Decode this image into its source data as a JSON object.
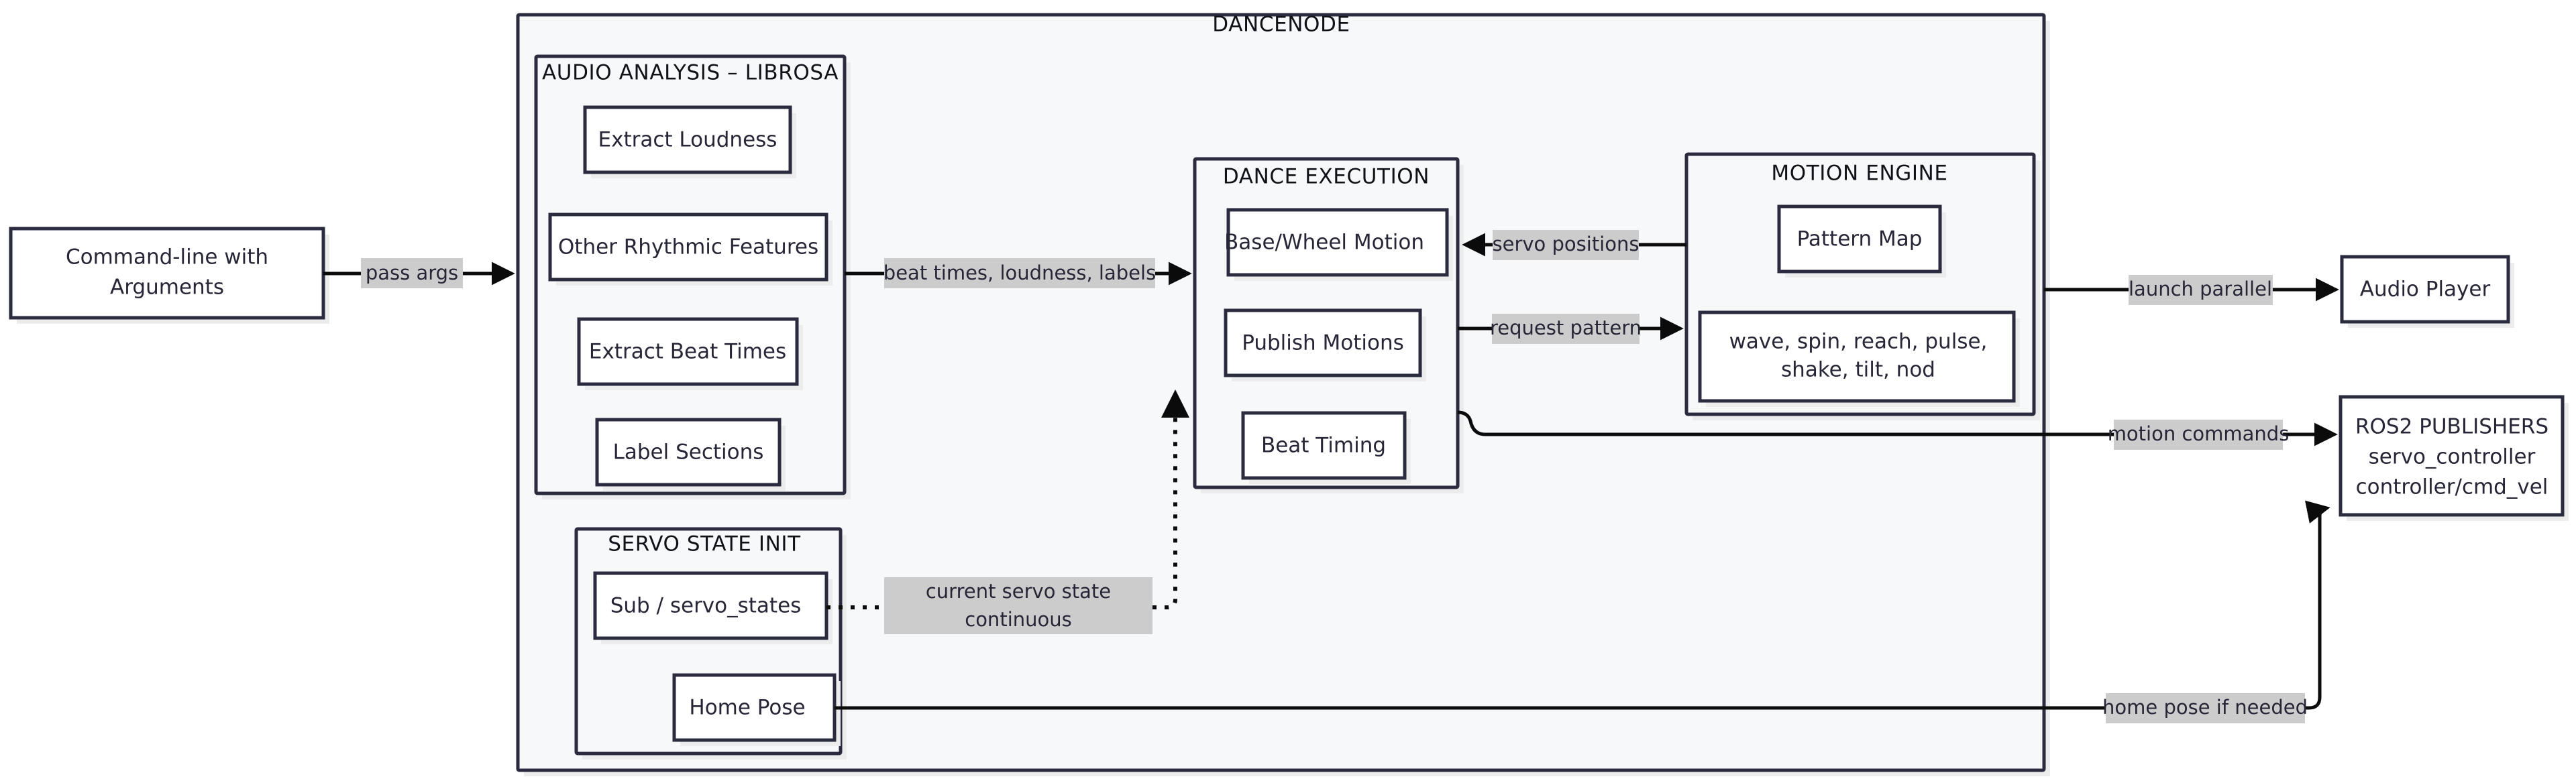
{
  "diagram": {
    "title": "DANCENODE",
    "colors": {
      "node_border": "#2b2b40",
      "node_fill": "#ffffff",
      "cluster_fill": "#f7f8fa",
      "edge": "#0b0b0b",
      "edge_label_bg": "#cccccc",
      "text": "#262637",
      "shadow": "#ececec"
    },
    "external_nodes": {
      "command_line": "Command-line with\nArguments",
      "command_line_line1": "Command-line with",
      "command_line_line2": "Arguments",
      "audio_player": "Audio Player",
      "ros2_publishers_line1": "ROS2 PUBLISHERS",
      "ros2_publishers_line2": "servo_controller",
      "ros2_publishers_line3": "controller/cmd_vel"
    },
    "clusters": [
      {
        "id": "audio-analysis",
        "title": "AUDIO ANALYSIS – LIBROSA",
        "nodes": [
          {
            "id": "extract-loudness",
            "label": "Extract Loudness"
          },
          {
            "id": "other-rhythmic-features",
            "label": "Other Rhythmic Features"
          },
          {
            "id": "extract-beat-times",
            "label": "Extract Beat Times"
          },
          {
            "id": "label-sections",
            "label": "Label Sections"
          }
        ]
      },
      {
        "id": "servo-state-init",
        "title": "SERVO STATE INIT",
        "nodes": [
          {
            "id": "sub-servo-states",
            "label": "Sub / servo_states"
          },
          {
            "id": "home-pose",
            "label": "Home Pose"
          }
        ]
      },
      {
        "id": "dance-execution",
        "title": "DANCE EXECUTION",
        "nodes": [
          {
            "id": "base-wheel-motion",
            "label": "Base/Wheel Motion"
          },
          {
            "id": "publish-motions",
            "label": "Publish Motions"
          },
          {
            "id": "beat-timing",
            "label": "Beat Timing"
          }
        ]
      },
      {
        "id": "motion-engine",
        "title": "MOTION ENGINE",
        "nodes": [
          {
            "id": "pattern-map",
            "label": "Pattern Map"
          },
          {
            "id": "pattern-list",
            "label": "wave, spin, reach, pulse,\nshake, tilt, nod",
            "line1": "wave, spin, reach, pulse,",
            "line2": "shake, tilt, nod"
          }
        ]
      }
    ],
    "edges": [
      {
        "id": "edge-pass-args",
        "label": "pass args",
        "style": "solid",
        "from": "command-line",
        "to": "dancenode"
      },
      {
        "id": "edge-beat-times",
        "label": "beat times, loudness, labels",
        "style": "solid",
        "from": "audio-analysis",
        "to": "dance-execution"
      },
      {
        "id": "edge-servo-positions",
        "label": "servo positions",
        "style": "solid",
        "from": "motion-engine",
        "to": "base-wheel-motion"
      },
      {
        "id": "edge-request-pattern",
        "label": "request pattern",
        "style": "solid",
        "from": "publish-motions",
        "to": "motion-engine"
      },
      {
        "id": "edge-current-servo-state",
        "label": "current servo state\ncontinuous",
        "line1": "current servo state",
        "line2": "continuous",
        "style": "dotted",
        "from": "sub-servo-states",
        "to": "dance-execution"
      },
      {
        "id": "edge-launch-parallel",
        "label": "launch parallel",
        "style": "solid",
        "from": "motion-engine",
        "to": "audio-player"
      },
      {
        "id": "edge-motion-commands",
        "label": "motion commands",
        "style": "solid",
        "from": "beat-timing",
        "to": "ros2-publishers"
      },
      {
        "id": "edge-home-pose",
        "label": "home pose if needed",
        "style": "solid",
        "from": "home-pose",
        "to": "ros2-publishers"
      }
    ]
  }
}
